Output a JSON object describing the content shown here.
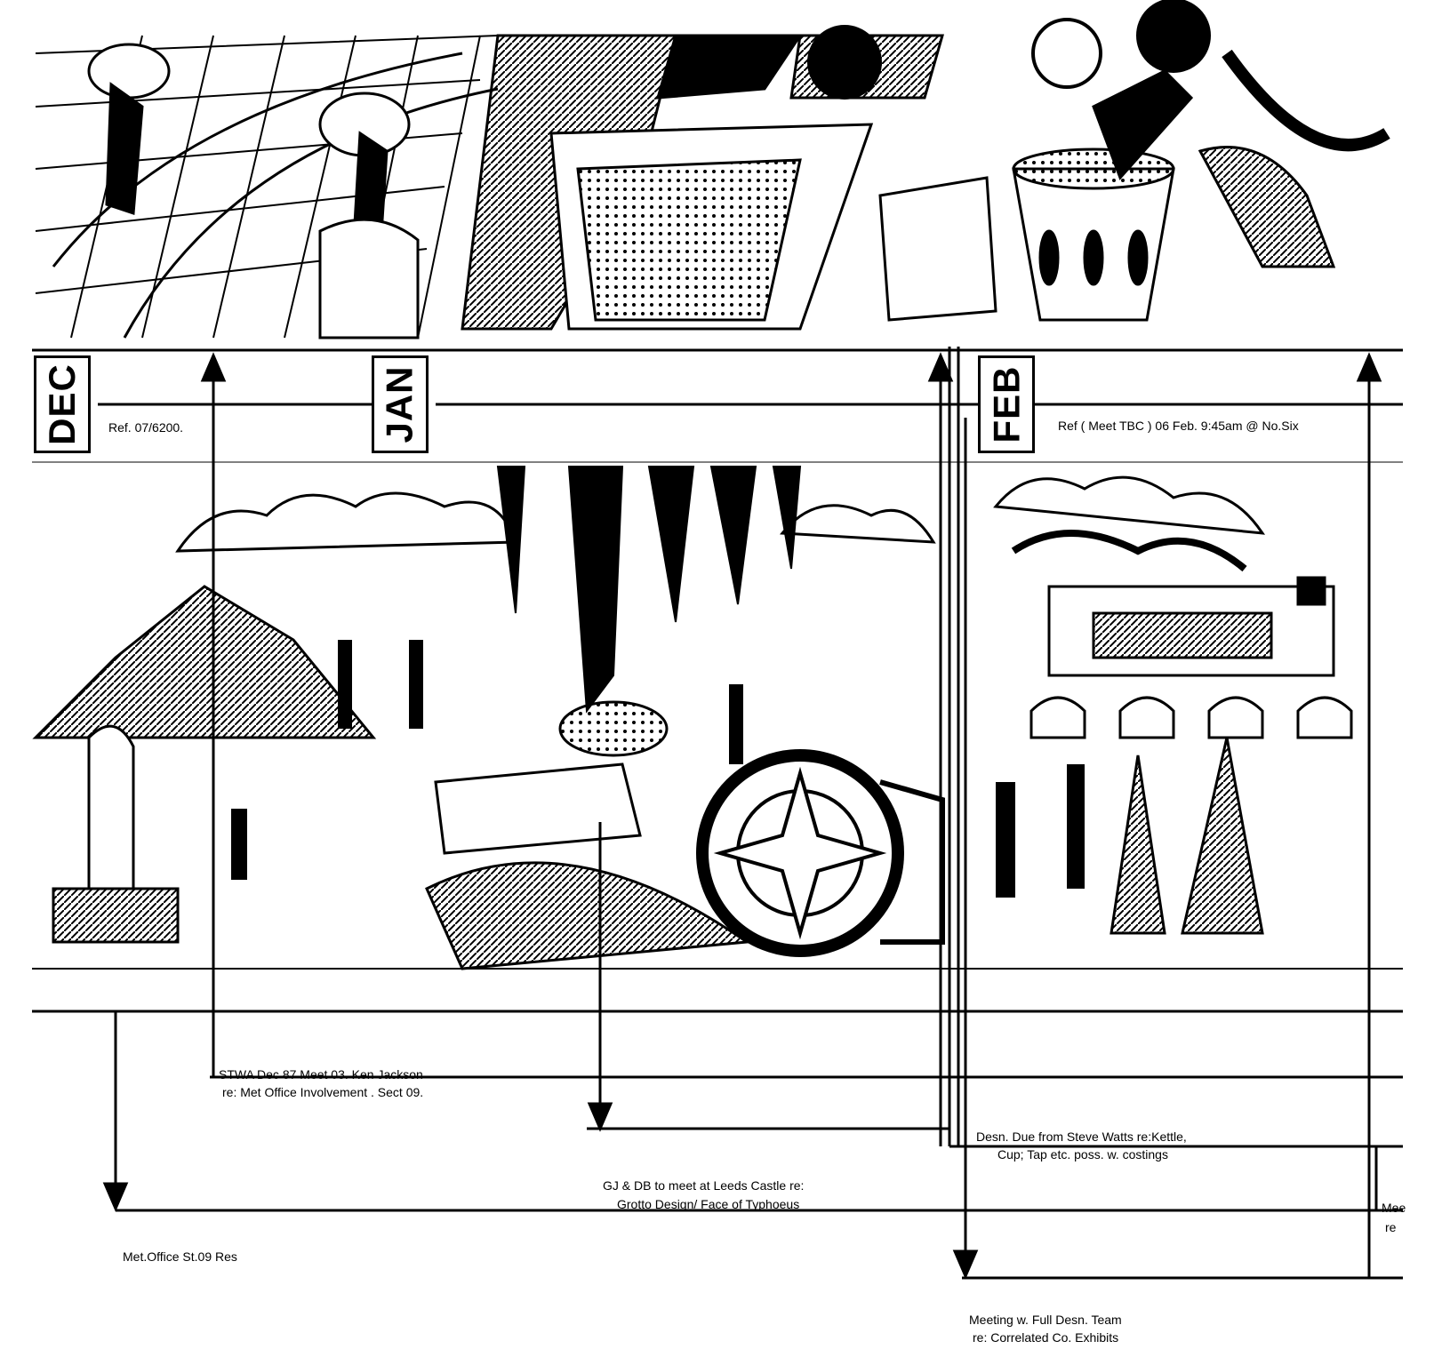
{
  "months": {
    "dec": "DEC",
    "jan": "JAN",
    "feb": "FEB"
  },
  "refs": {
    "dec_ref": "Ref. 07/6200.",
    "feb_ref": "Ref ( Meet TBC ) 06 Feb. 9:45am @ No.Six"
  },
  "notes": {
    "stwa_line1": "STWA  Dec 87 Meet 03. Ken Jackson",
    "stwa_line2": "re: Met Office Involvement . Sect 09.",
    "steve_line1": "Desn. Due from Steve Watts re:Kettle,",
    "steve_line2": "Cup; Tap etc. poss. w. costings",
    "gj_line1": "GJ & DB to meet  at Leeds Castle re:",
    "gj_line2": "Grotto Design/ Face of Typhoeus",
    "met_office": "Met.Office St.09 Res",
    "mee_line1": "Mee",
    "mee_line2": "re",
    "meeting_line1": "Meeting w. Full Desn. Team",
    "meeting_line2": "re: Correlated Co. Exhibits"
  },
  "colors": {
    "ink": "#000000",
    "paper": "#ffffff"
  }
}
